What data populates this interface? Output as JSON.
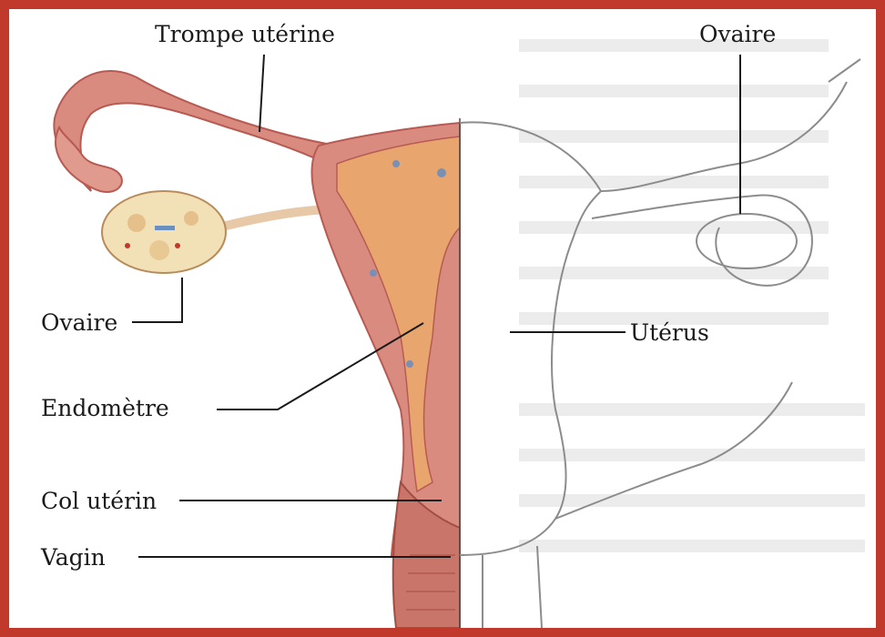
{
  "diagram": {
    "labels": {
      "trompe": "Trompe utérine",
      "ovaire_droite": "Ovaire",
      "ovaire_gauche": "Ovaire",
      "uterus": "Utérus",
      "endometre": "Endomètre",
      "col": "Col utérin",
      "vagin": "Vagin"
    },
    "colors": {
      "frame": "#c0392b",
      "tissue": "#d98b7f",
      "tissue_dark": "#b85a52",
      "endometrium": "#e8a66e",
      "ovary": "#f2e0b6",
      "sketch": "#8c8c8c"
    }
  }
}
